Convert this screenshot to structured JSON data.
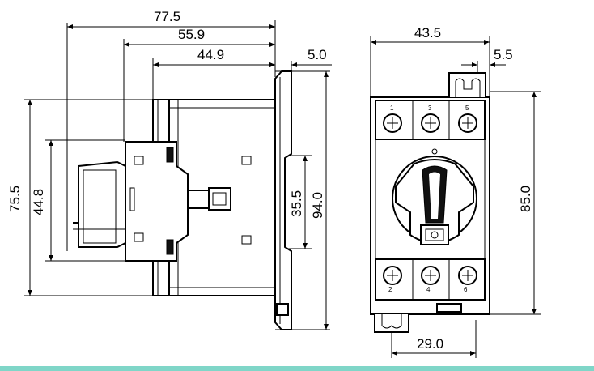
{
  "side_view": {
    "dim_width_overall": "77.5",
    "dim_width_mid": "55.9",
    "dim_width_inner": "44.9",
    "dim_rail_offset": "5.0",
    "dim_height_overall": "75.5",
    "dim_height_handle": "44.8",
    "dim_rail_width": "35.5",
    "dim_height_total": "94.0"
  },
  "front_view": {
    "dim_width": "43.5",
    "dim_slot": "5.5",
    "dim_height": "85.0",
    "dim_mount_spacing": "29.0",
    "terminals_top": [
      "1",
      "3",
      "5"
    ],
    "terminals_bottom": [
      "2",
      "4",
      "6"
    ]
  },
  "colors": {
    "line": "#000000",
    "bottom_bar": "#7fd6c8"
  }
}
